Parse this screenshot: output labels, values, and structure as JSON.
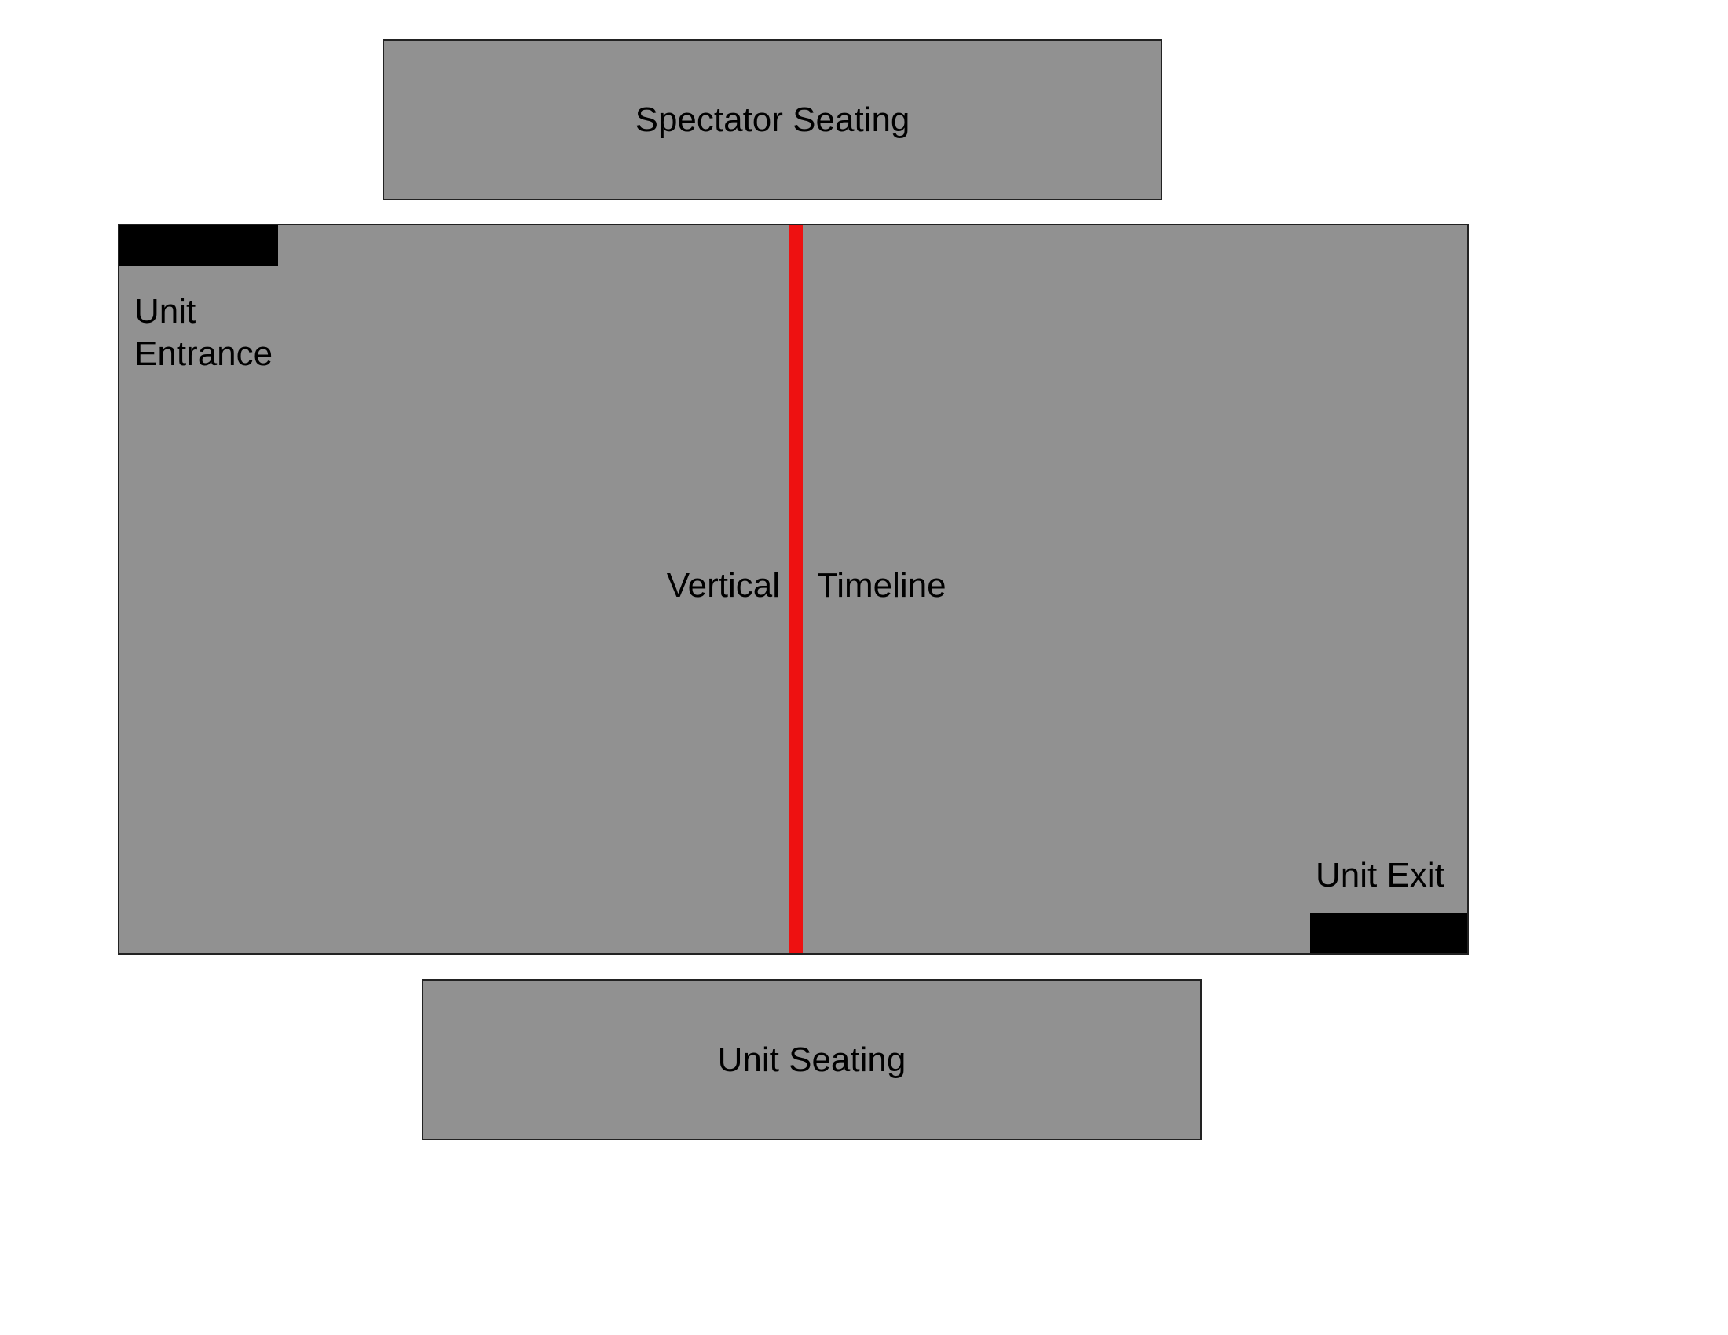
{
  "spectator_seating": {
    "label": "Spectator Seating"
  },
  "arena": {
    "entrance_label_line1": "Unit",
    "entrance_label_line2": "Entrance",
    "timeline_left_label": "Vertical",
    "timeline_right_label": "Timeline",
    "exit_label": "Unit Exit"
  },
  "unit_seating": {
    "label": "Unit Seating"
  },
  "colors": {
    "area_fill": "#919191",
    "door": "#000000",
    "timeline": "#ee1111"
  }
}
